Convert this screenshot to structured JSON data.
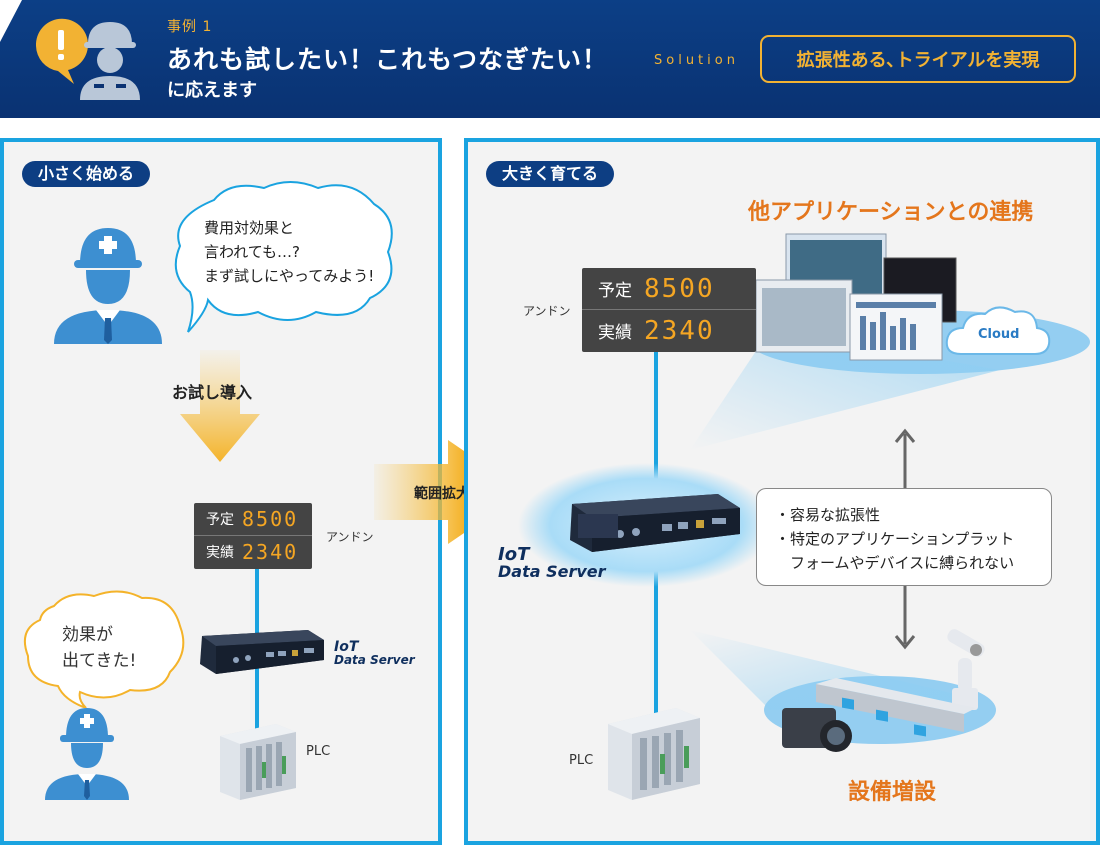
{
  "header": {
    "case_label": "事例 1",
    "headline": "あれも試したい！これもつなぎたい！",
    "subline": "に応えます",
    "solution_label": "Solution",
    "solution_text": "拡張性ある､トライアルを実現"
  },
  "left_panel": {
    "tag": "小さく始める",
    "thought_bubble": [
      "費用対効果と",
      "言われても…?",
      "まず試しにやってみよう!"
    ],
    "trial_label": "お試し導入",
    "andon_label": "アンドン",
    "iot_label": [
      "IoT",
      "Data Server"
    ],
    "plc_label": "PLC",
    "effect_bubble": [
      "効果が",
      "出てきた!"
    ]
  },
  "expand_arrow_label": "範囲拡大",
  "right_panel": {
    "tag": "大きく育てる",
    "apps_title": "他アプリケーションとの連携",
    "cloud_label": "Cloud",
    "andon_label": "アンドン",
    "iot_label": [
      "IoT",
      "Data Server"
    ],
    "callout_lines": [
      "・容易な拡張性",
      "・特定のアプリケーションプラット",
      "　フォームやデバイスに縛られない"
    ],
    "plc_label": "PLC",
    "equipment_title": "設備増設"
  },
  "andon_board": {
    "plan_key": "予定",
    "plan_value": "8500",
    "actual_key": "実績",
    "actual_value": "2340"
  },
  "colors": {
    "header_blue": "#0a3272",
    "accent_orange": "#f2b233",
    "panel_border": "#1aa3e0",
    "pill_navy": "#0d3e83",
    "title_orange": "#e4761c",
    "worker_blue": "#3d8fd1"
  }
}
